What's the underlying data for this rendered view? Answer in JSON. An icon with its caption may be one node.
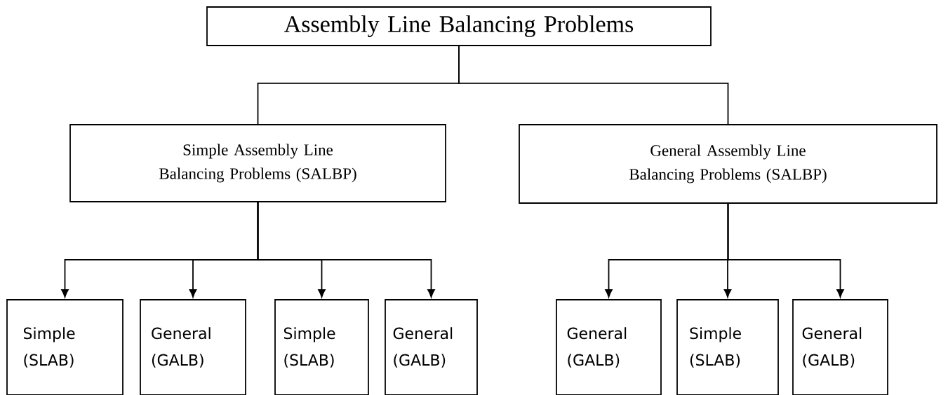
{
  "diagram": {
    "nodes": [
      {
        "text": [
          "Assembly Line Balancing Problems"
        ]
      },
      {
        "text": [
          "Simple Assembly Line Balancing Problems (SALBP)"
        ]
      },
      {
        "text": [
          "General Assembly Line Balancing Problems (SALBP)"
        ]
      },
      {
        "text": [
          "Simple (SLAB)"
        ]
      },
      {
        "text": [
          "General (GALB)"
        ]
      },
      {
        "text": [
          "Simple (SLAB)"
        ]
      },
      {
        "text": [
          "General (GALB)"
        ]
      },
      {
        "text": [
          "General (GALB)"
        ]
      },
      {
        "text": [
          "Simple (SLAB)"
        ]
      },
      {
        "text": [
          "General (GALB)"
        ]
      }
    ],
    "edges": [
      {
        "from": 0,
        "to": 1,
        "arrow": "none"
      },
      {
        "from": 0,
        "to": 2,
        "arrow": "none"
      },
      {
        "from": 1,
        "to": 3,
        "arrow": "to"
      },
      {
        "from": 1,
        "to": 4,
        "arrow": "to"
      },
      {
        "from": 1,
        "to": 5,
        "arrow": "to"
      },
      {
        "from": 1,
        "to": 6,
        "arrow": "to"
      },
      {
        "from": 2,
        "to": 7,
        "arrow": "to"
      },
      {
        "from": 2,
        "to": 8,
        "arrow": "to"
      },
      {
        "from": 2,
        "to": 9,
        "arrow": "to"
      }
    ]
  }
}
